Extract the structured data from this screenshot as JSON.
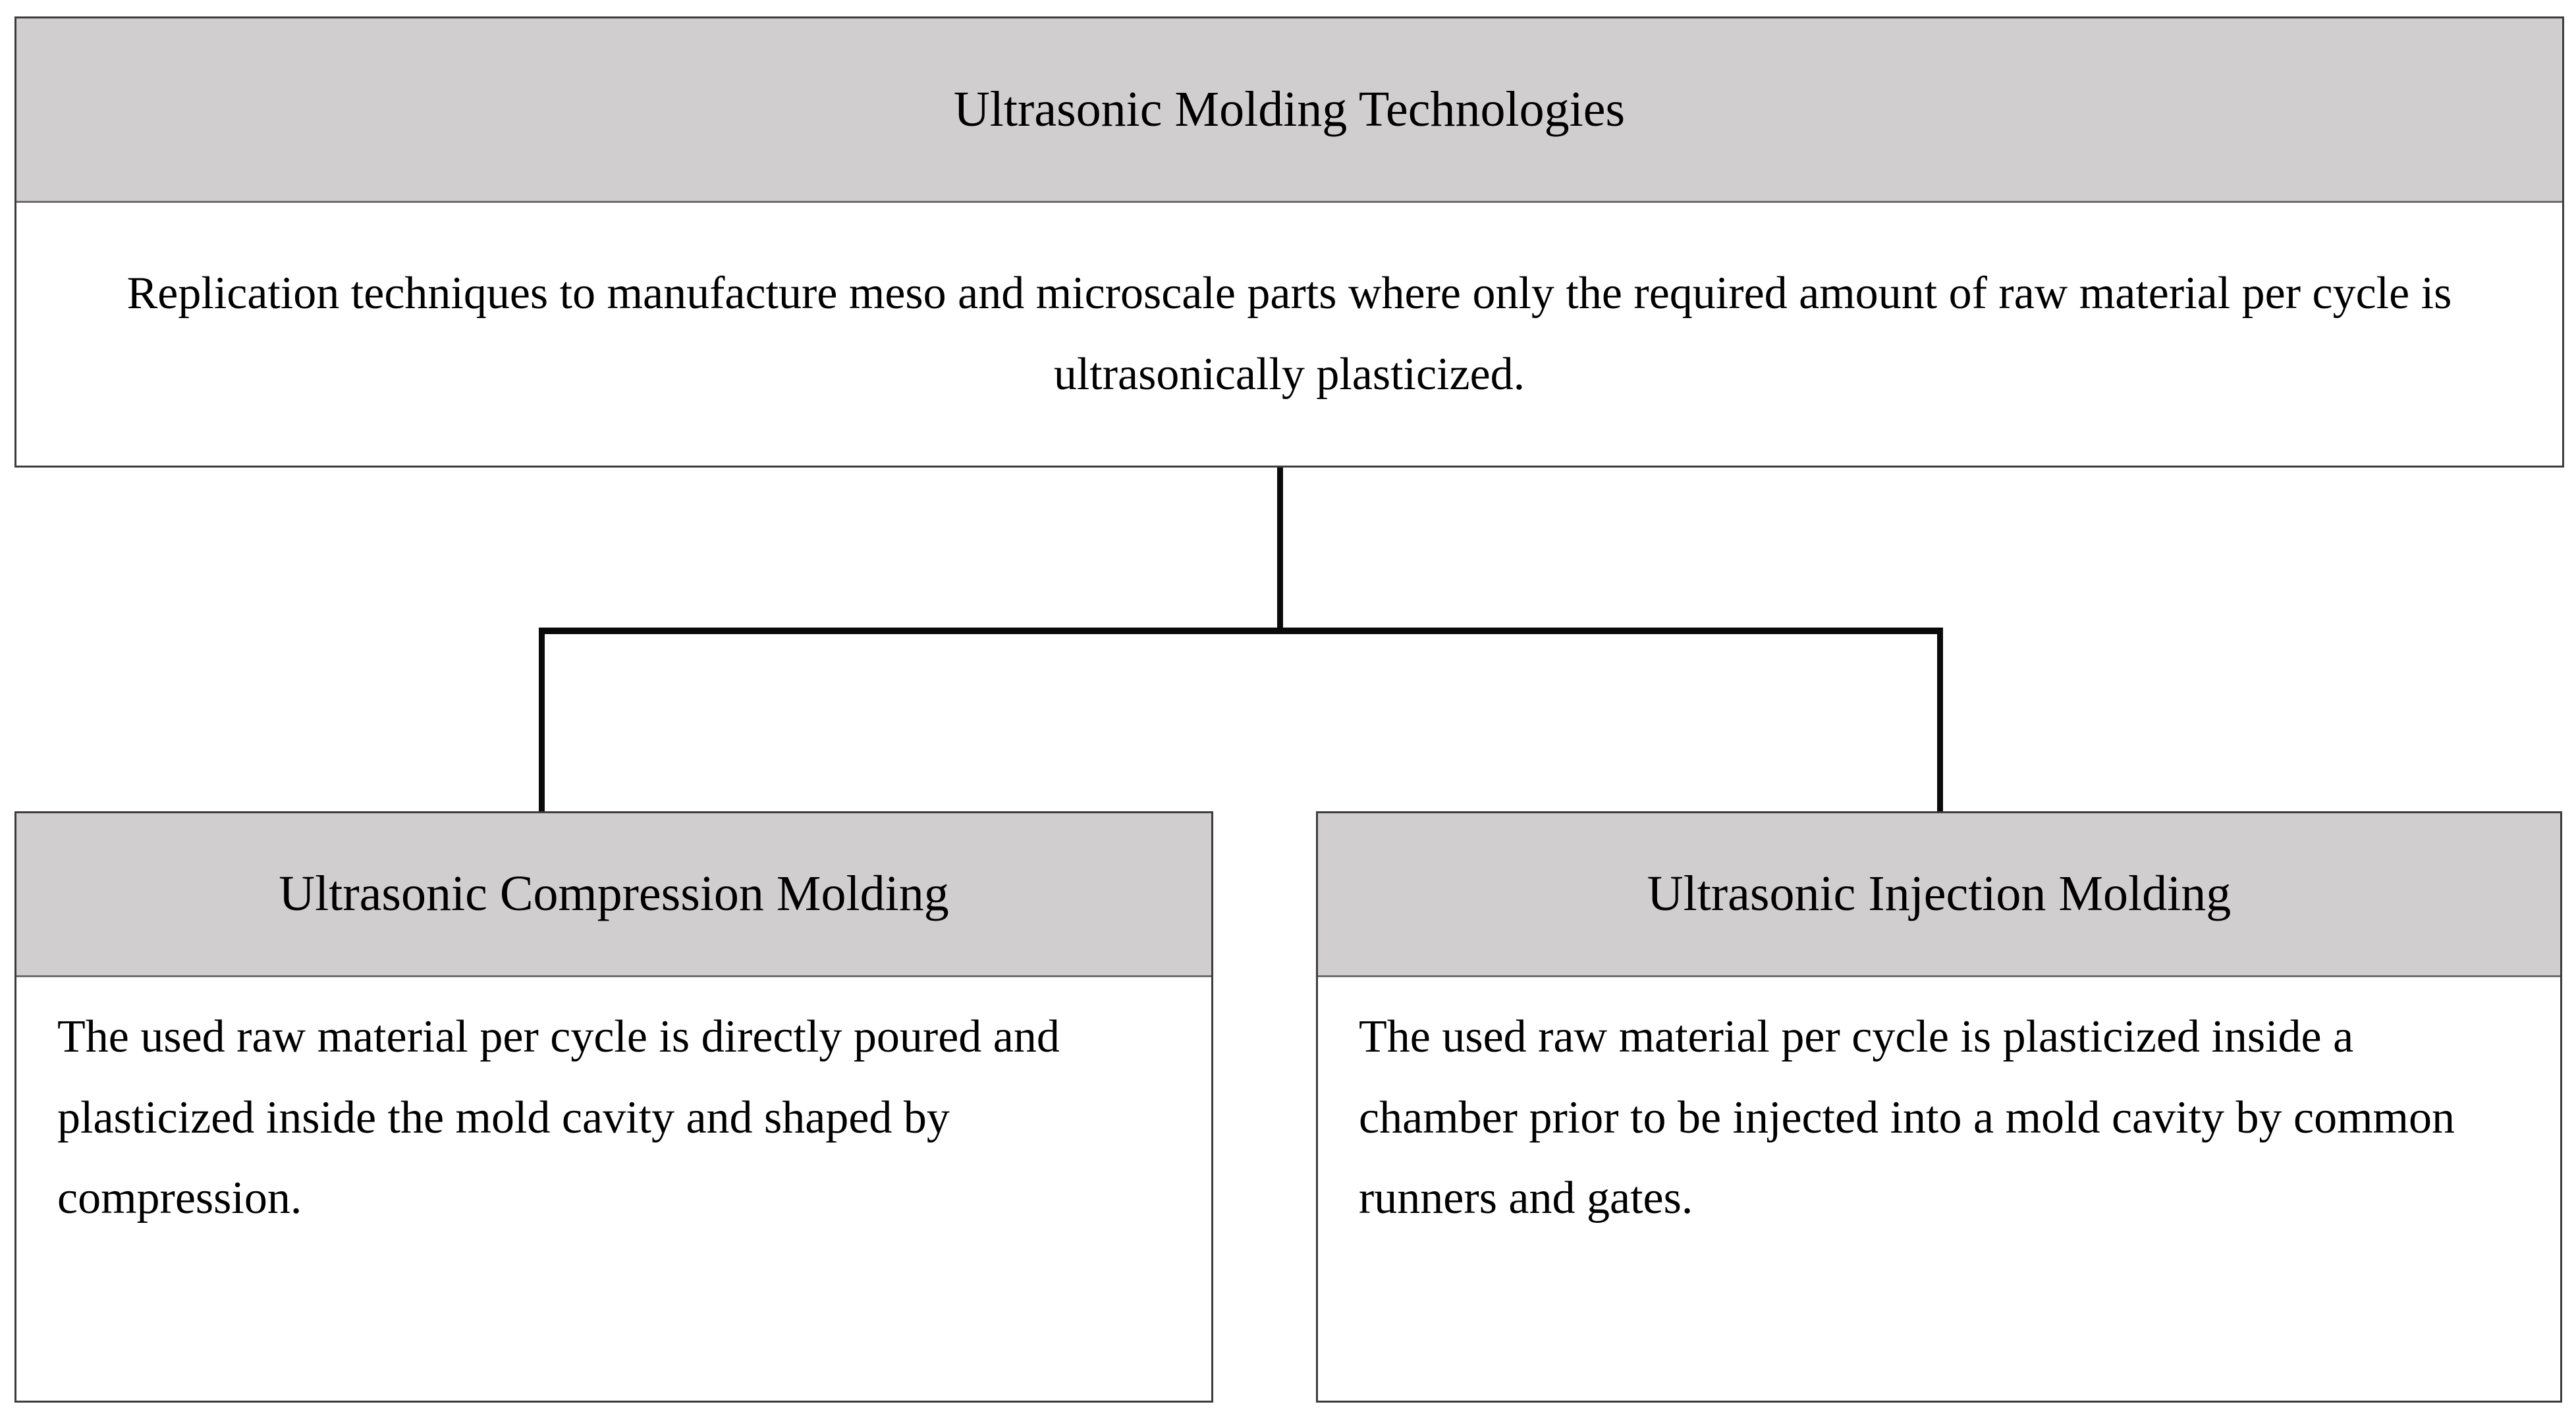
{
  "diagram": {
    "root": {
      "title": "Ultrasonic Molding Technologies",
      "description": "Replication techniques to manufacture meso and microscale parts where only the required amount of raw material per cycle is ultrasonically plasticized."
    },
    "children": [
      {
        "title": "Ultrasonic Compression Molding",
        "description": "The used raw material per cycle is directly poured and plasticized inside the mold cavity and shaped by compression."
      },
      {
        "title": "Ultrasonic Injection Molding",
        "description": "The used raw material per cycle is plasticized inside a chamber prior to be injected into a mold cavity by common runners and gates."
      }
    ],
    "colors": {
      "header_fill": "#d1ced0",
      "box_border": "#3d3d3d",
      "header_separator": "#6e6e6e",
      "connector": "#0a0a0a",
      "background": "#ffffff",
      "text": "#000000"
    }
  }
}
